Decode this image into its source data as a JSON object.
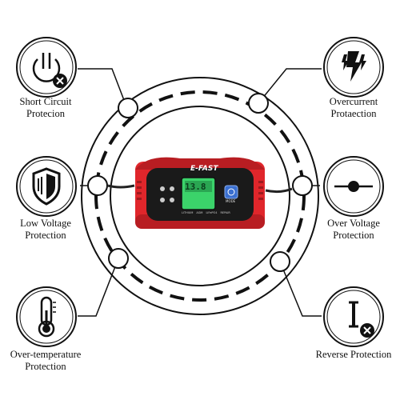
{
  "features": [
    {
      "id": "short-circuit",
      "line1": "Short Circuit",
      "line2": "Protecion",
      "icon": "power-off-icon"
    },
    {
      "id": "overcurrent",
      "line1": "Overcurrent",
      "line2": "Protaection",
      "icon": "lightning-bolt-icon"
    },
    {
      "id": "low-voltage",
      "line1": "Low Voltage",
      "line2": "Protection",
      "icon": "shield-icon"
    },
    {
      "id": "over-voltage",
      "line1": "Over Voltage",
      "line2": "Protection",
      "icon": "node-line-icon"
    },
    {
      "id": "over-temp",
      "line1": "Over-temperature",
      "line2": "Protection",
      "icon": "thermometer-icon"
    },
    {
      "id": "reverse",
      "line1": "Reverse Protection",
      "line2": "",
      "icon": "reverse-polarity-icon"
    }
  ],
  "charger": {
    "brand": "E-FAST",
    "display": "13.8",
    "mode_label": "MODE",
    "bottom_labels": [
      "LITHIUM",
      "AGM",
      "LiFePO4",
      "REPAIR"
    ]
  },
  "colors": {
    "charger_red": "#e0262b",
    "charger_black": "#1a1a1a",
    "lcd_green": "#3bd36a",
    "mode_blue": "#3a6fd0"
  }
}
